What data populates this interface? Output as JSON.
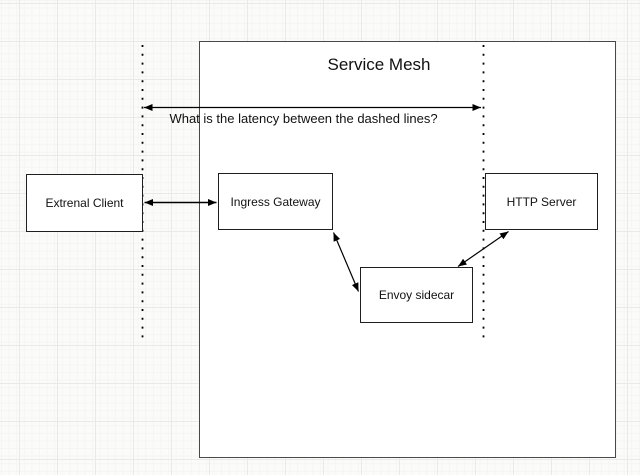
{
  "diagram": {
    "title": "Service Mesh",
    "question": "What is the latency between the dashed lines?",
    "nodes": [
      {
        "id": "external-client",
        "label": "Extrenal Client"
      },
      {
        "id": "ingress-gateway",
        "label": "Ingress Gateway"
      },
      {
        "id": "http-server",
        "label": "HTTP Server"
      },
      {
        "id": "envoy-sidecar",
        "label": "Envoy sidecar"
      }
    ],
    "edges": [
      {
        "from": "left-dashed-line",
        "to": "right-dashed-line",
        "style": "double-arrow",
        "meaning": "latency span"
      },
      {
        "from": "external-client",
        "to": "ingress-gateway",
        "style": "double-arrow"
      },
      {
        "from": "ingress-gateway",
        "to": "envoy-sidecar",
        "style": "double-arrow"
      },
      {
        "from": "http-server",
        "to": "envoy-sidecar",
        "style": "double-arrow"
      }
    ],
    "dashed_lines": [
      {
        "id": "left-dashed-line",
        "orientation": "vertical"
      },
      {
        "id": "right-dashed-line",
        "orientation": "vertical"
      }
    ],
    "colors": {
      "background": "#fbfbfa",
      "grid_major": "#e9e9e7",
      "grid_minor": "#f5f5f3",
      "shape_fill": "#ffffff",
      "shape_border": "#1f1f1f",
      "boundary_border": "#484848",
      "line": "#000000",
      "text": "#111111"
    }
  }
}
